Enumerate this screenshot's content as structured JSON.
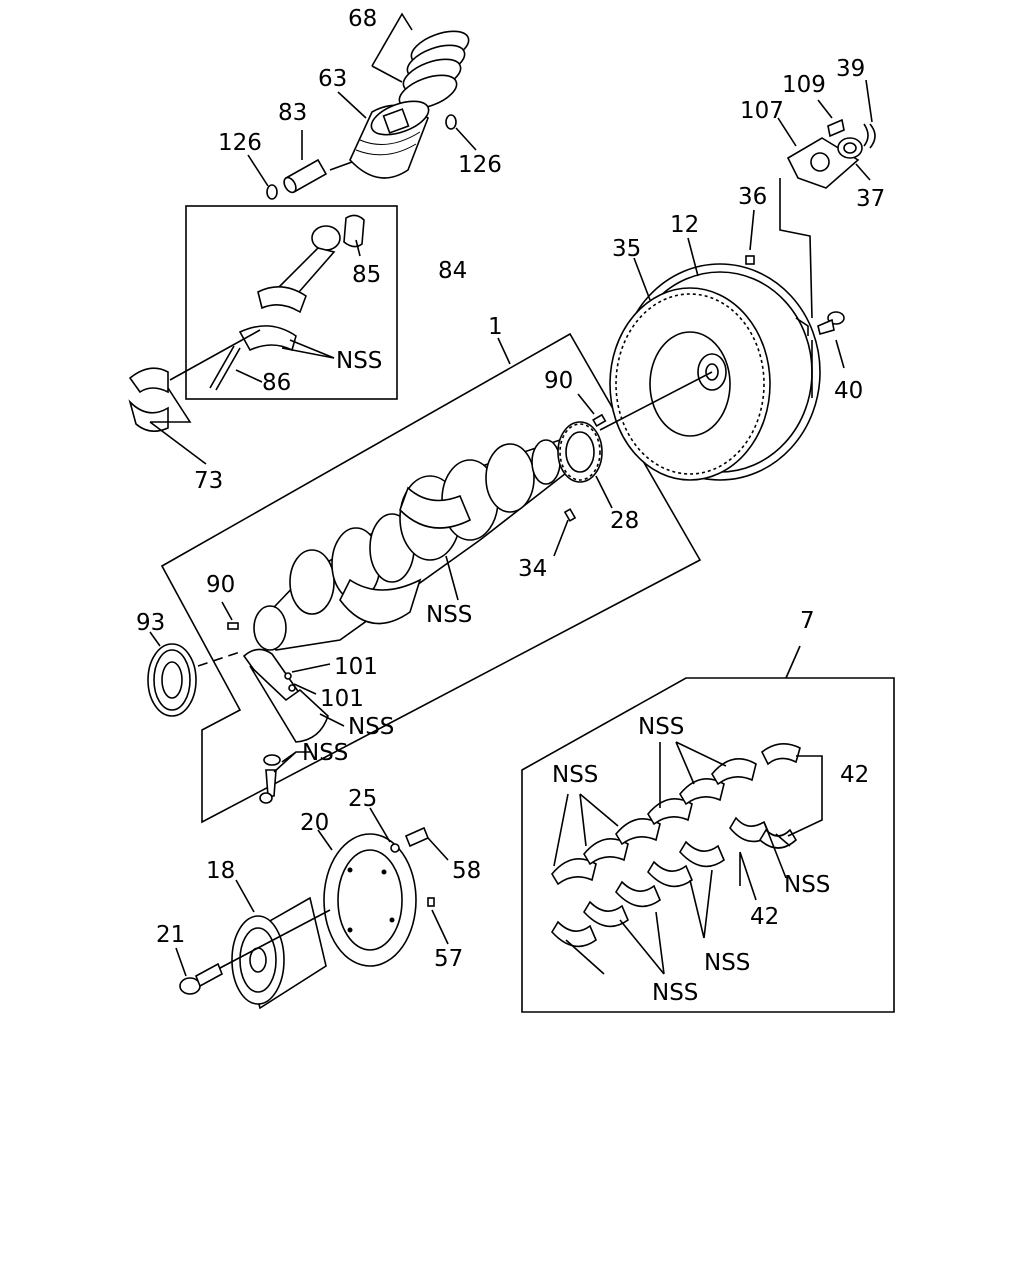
{
  "diagram": {
    "labels": {
      "l68": "68",
      "l63": "63",
      "l83": "83",
      "l126a": "126",
      "l126b": "126",
      "l109": "109",
      "l39": "39",
      "l107": "107",
      "l37": "37",
      "l36": "36",
      "l12": "12",
      "l35": "35",
      "l85": "85",
      "l84": "84",
      "l1": "1",
      "l40": "40",
      "l90a": "90",
      "l90b": "90",
      "l86": "86",
      "l73": "73",
      "l28": "28",
      "l34": "34",
      "l93": "93",
      "l101a": "101",
      "l101b": "101",
      "l7": "7",
      "l42a": "42",
      "l42b": "42",
      "l25": "25",
      "l20": "20",
      "l58": "58",
      "l18": "18",
      "l21": "21",
      "l57": "57",
      "nss_rod": "NSS",
      "nss_crank": "NSS",
      "nss_thrust": "NSS",
      "nss_bolt": "NSS",
      "nss_top": "NSS",
      "nss_left": "NSS",
      "nss_right": "NSS",
      "nss_bot1": "NSS",
      "nss_bot2": "NSS"
    }
  }
}
